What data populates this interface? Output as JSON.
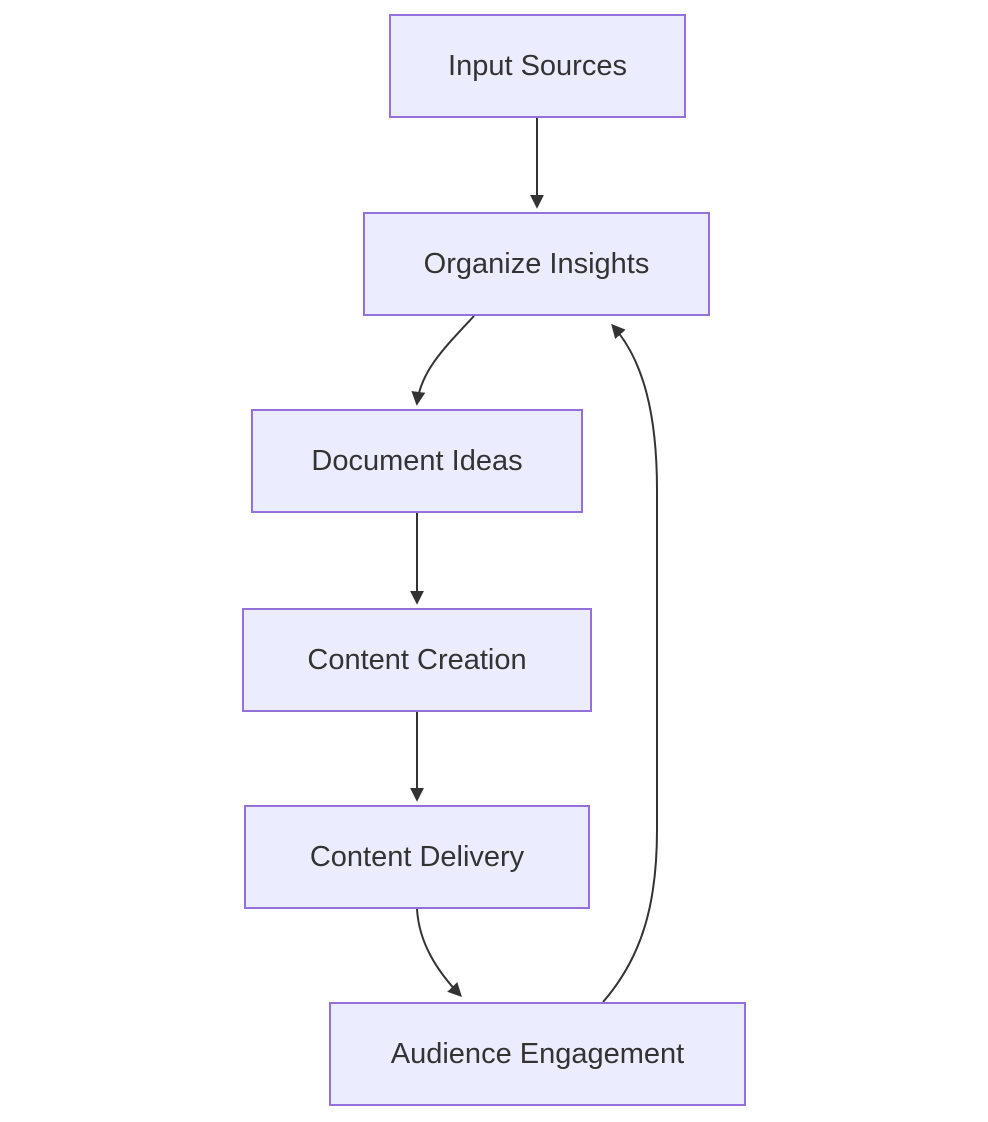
{
  "diagram": {
    "type": "flowchart",
    "direction": "top-down",
    "colors": {
      "node_fill": "#ECECFF",
      "node_border": "#9370DB",
      "edge_line": "#333333",
      "text": "#333333",
      "background": "#FFFFFF"
    },
    "nodes": [
      {
        "id": "input-sources",
        "label": "Input Sources"
      },
      {
        "id": "organize-insights",
        "label": "Organize Insights"
      },
      {
        "id": "document-ideas",
        "label": "Document Ideas"
      },
      {
        "id": "content-creation",
        "label": "Content Creation"
      },
      {
        "id": "content-delivery",
        "label": "Content Delivery"
      },
      {
        "id": "audience-engagement",
        "label": "Audience Engagement"
      }
    ],
    "edges": [
      {
        "from": "Input Sources",
        "to": "Organize Insights"
      },
      {
        "from": "Organize Insights",
        "to": "Document Ideas"
      },
      {
        "from": "Document Ideas",
        "to": "Content Creation"
      },
      {
        "from": "Content Creation",
        "to": "Content Delivery"
      },
      {
        "from": "Content Delivery",
        "to": "Audience Engagement"
      },
      {
        "from": "Audience Engagement",
        "to": "Organize Insights"
      }
    ]
  }
}
